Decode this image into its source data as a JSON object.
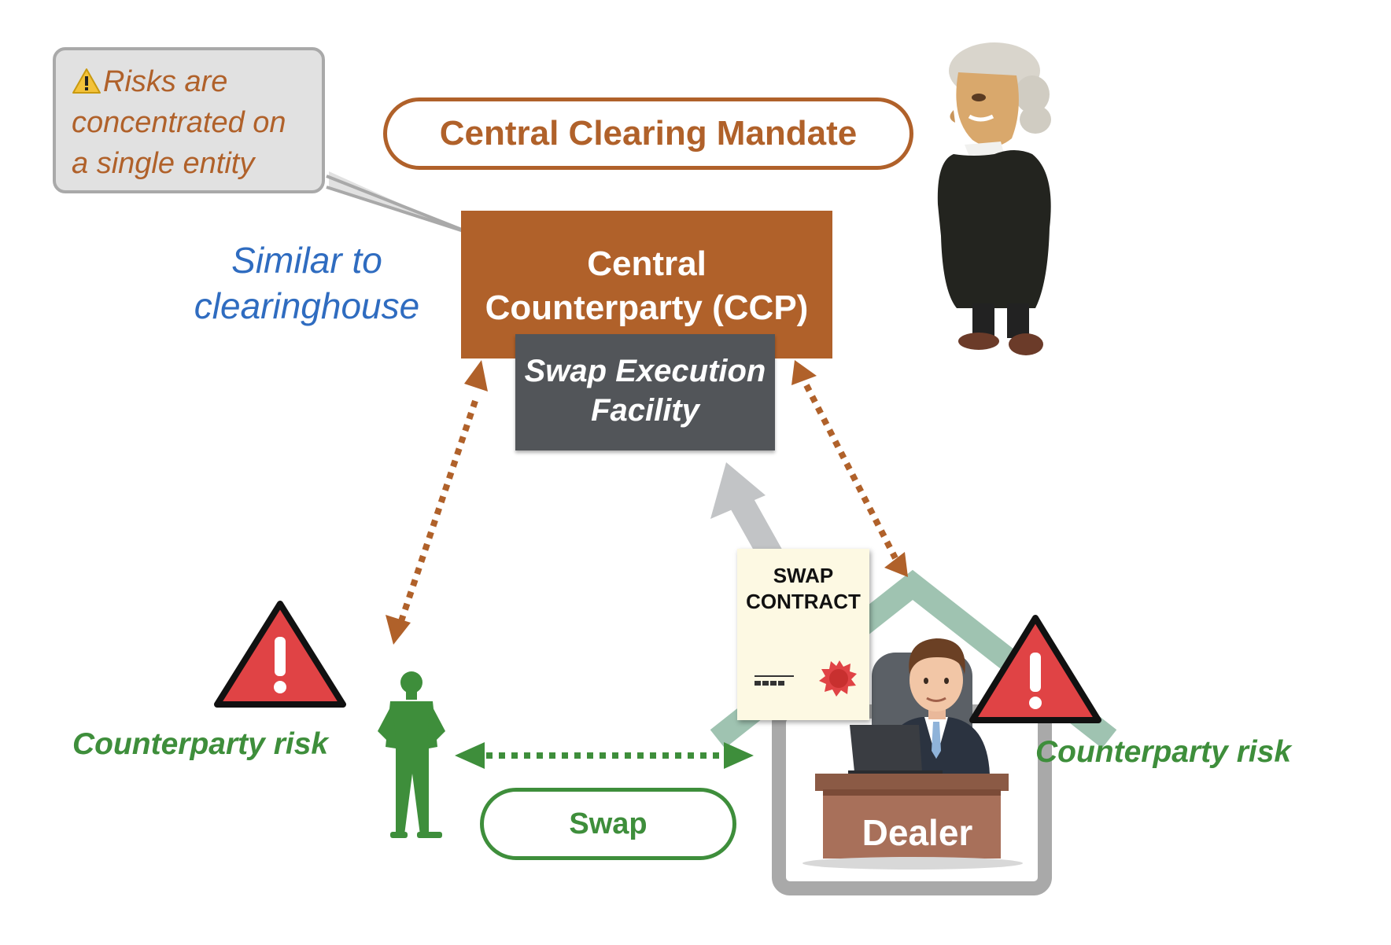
{
  "callout": {
    "text": "Risks are concentrated on a single entity",
    "icon": "warning-icon"
  },
  "mandate": {
    "label": "Central Clearing Mandate"
  },
  "ccp": {
    "line1": "Central",
    "line2": "Counterparty (CCP)"
  },
  "sef": {
    "line1": "Swap Execution",
    "line2": "Facility"
  },
  "similar": {
    "line1": "Similar to",
    "line2": "clearinghouse"
  },
  "risks": {
    "left": "Counterparty risk",
    "right": "Counterparty risk"
  },
  "swap": {
    "label": "Swap"
  },
  "contract": {
    "line1": "SWAP",
    "line2": "CONTRACT"
  },
  "dealer": {
    "label": "Dealer"
  },
  "colors": {
    "ccp": "#b0612a",
    "sef": "#525559",
    "risk_green": "#3e8e3b",
    "similar_blue": "#2f6cc0",
    "warning_red": "#e04345",
    "callout_bg": "#e1e1e1"
  }
}
